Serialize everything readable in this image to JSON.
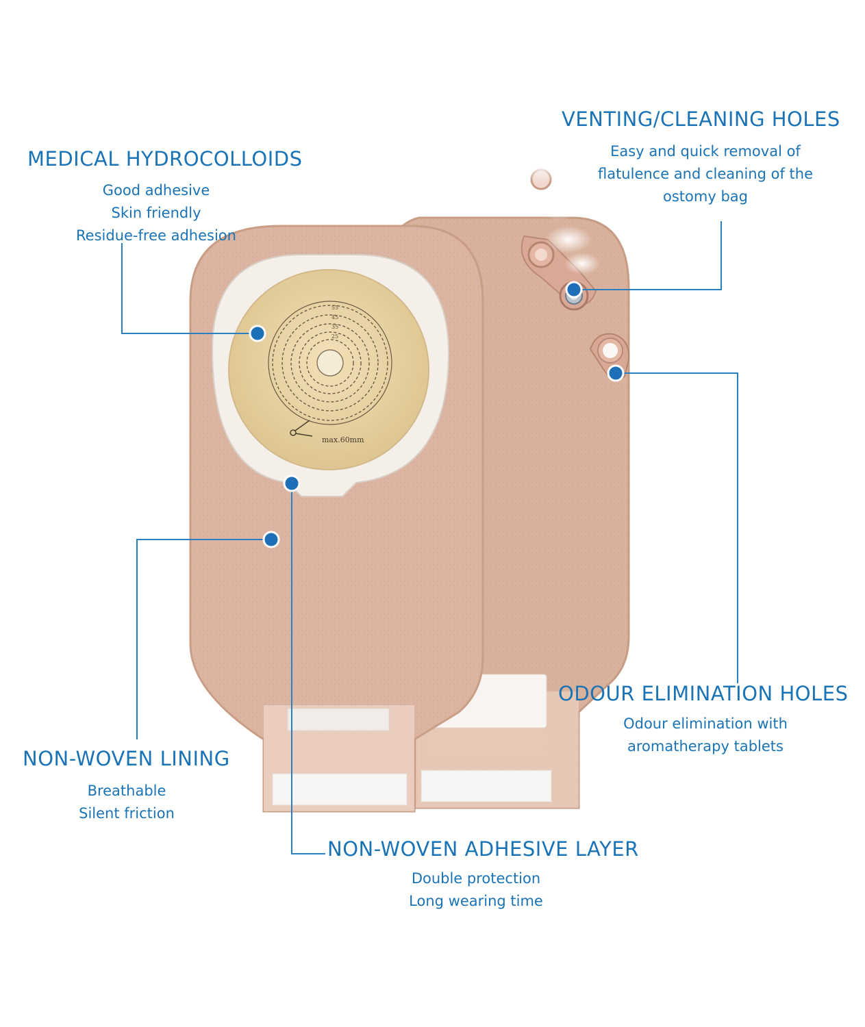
{
  "callouts": {
    "hydrocolloids": {
      "title": "MEDICAL HYDROCOLLOIDS",
      "lines": [
        "Good adhesive",
        "Skin friendly",
        "Residue-free adhesion"
      ]
    },
    "venting": {
      "title": "VENTING/CLEANING HOLES",
      "lines": [
        "Easy and quick removal of",
        "flatulence and cleaning of the",
        "ostomy bag"
      ]
    },
    "odour": {
      "title": "ODOUR ELIMINATION HOLES",
      "lines": [
        "Odour elimination with",
        "aromatherapy tablets"
      ]
    },
    "lining": {
      "title": "NON-WOVEN LINING",
      "lines": [
        "Breathable",
        "Silent friction"
      ]
    },
    "adhesive_layer": {
      "title": "NON-WOVEN ADHESIVE LAYER",
      "lines": [
        "Double protection",
        "Long wearing time"
      ]
    }
  },
  "product": {
    "wafer_scale_text": "max.60mm",
    "ring_numbers": [
      "55",
      "45",
      "35",
      "25"
    ]
  },
  "colors": {
    "accent": "#1a73b5",
    "leader_line": "#2a7fc0",
    "dot": "#1d6fb8",
    "bag": "#dcb7a2",
    "wafer": "#e8d3a4"
  }
}
